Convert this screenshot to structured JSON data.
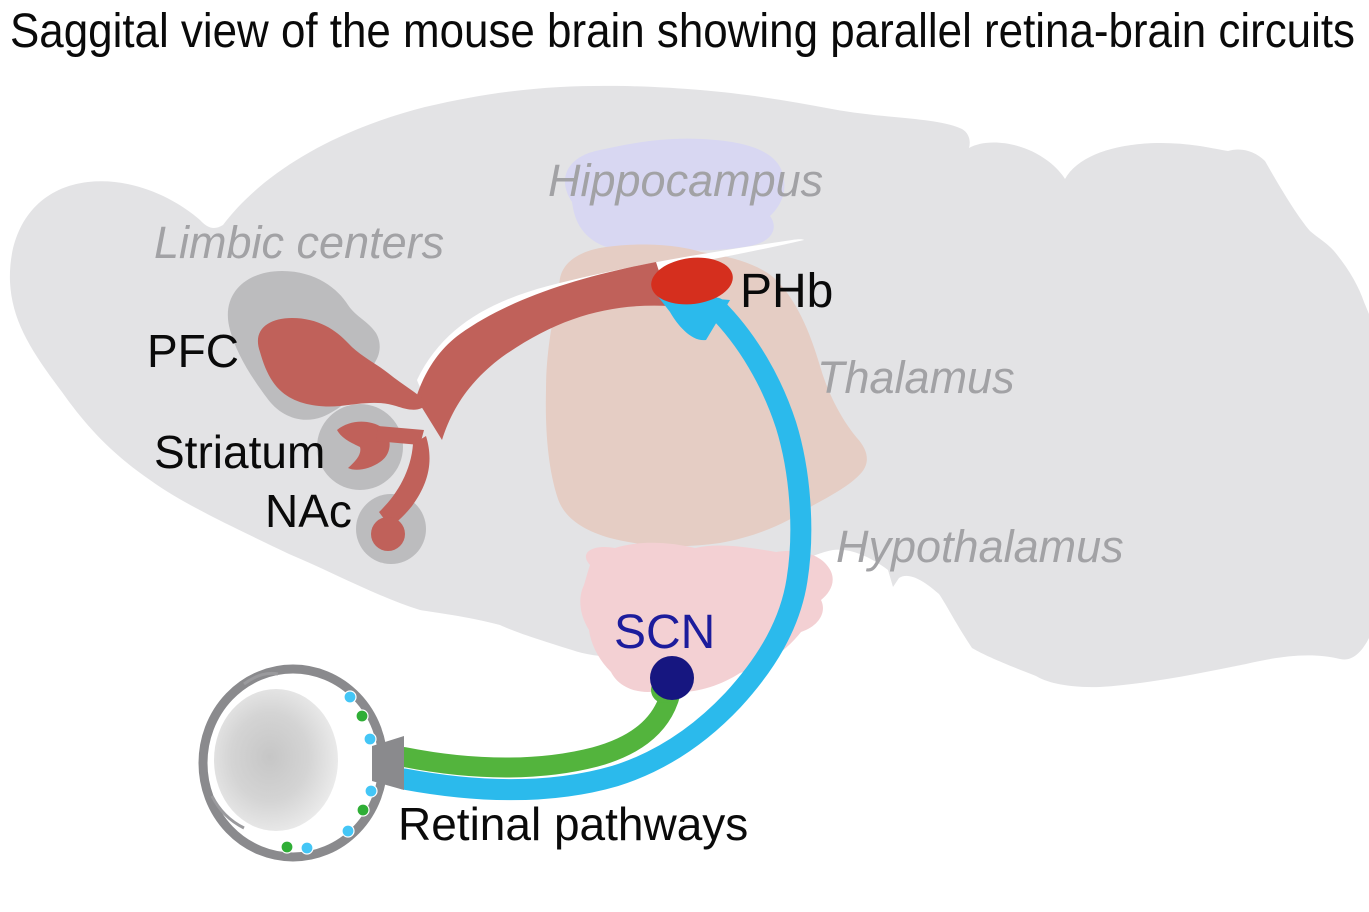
{
  "title": "Saggital view of the mouse brain showing parallel retina-brain circuits",
  "labels": {
    "hippocampus": "Hippocampus",
    "limbic_centers": "Limbic centers",
    "pfc": "PFC",
    "striatum": "Striatum",
    "nac": "NAc",
    "phb": "PHb",
    "thalamus": "Thalamus",
    "hypothalamus": "Hypothalamus",
    "scn": "SCN",
    "retinal_pathways": "Retinal pathways"
  },
  "colors": {
    "background": "#ffffff",
    "brain": "#e3e3e5",
    "limbic_region_gray": "#bcbcbe",
    "hippocampus_region": "#d8d7f2",
    "thalamus_region": "#e5cdc4",
    "hypothalamus_region": "#f3d0d3",
    "corpus_callosum": "#ffffff",
    "limbic_pathway": "#c0615a",
    "phb_nucleus": "#d52f1e",
    "phb_pathway": "#2bbaec",
    "scn_pathway": "#53b43d",
    "scn_nucleus": "#161680",
    "scn_label": "#1c1c9c",
    "gray_label": "#a2a2a5",
    "black_label": "#0a0a0a",
    "eye_ring": "#8a8a8d"
  },
  "eye": {
    "cell_colors": [
      "#44c6f6",
      "#2fae36",
      "#44c6f6",
      "#44c6f6",
      "#2fae36",
      "#44c6f6",
      "#44c6f6",
      "#2fae36"
    ]
  }
}
